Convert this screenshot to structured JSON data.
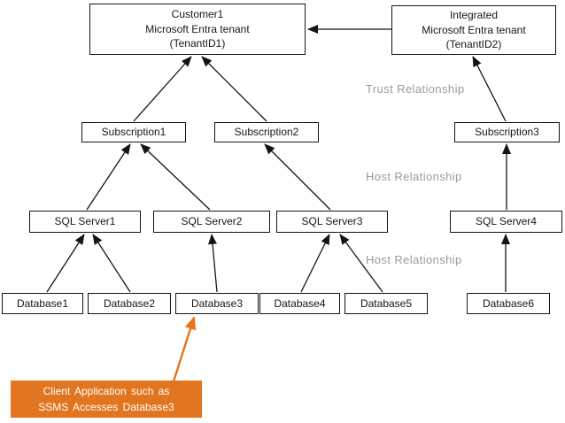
{
  "colors": {
    "box_border": "#141414",
    "box_background": "#FFFFFF",
    "relationship_label_gray": "#9A9A9A",
    "callout_background": "#E2751F",
    "callout_text": "#FFFFFF",
    "arrow_black": "#141414",
    "arrow_orange": "#E2751F"
  },
  "nodes": {
    "tenant_customer1": {
      "lines": [
        "Customer1",
        "Microsoft Entra tenant",
        "(TenantID1)"
      ]
    },
    "tenant_integrated": {
      "lines": [
        "Integrated",
        "Microsoft Entra tenant",
        "(TenantID2)"
      ]
    },
    "subscription1": {
      "label": "Subscription1"
    },
    "subscription2": {
      "label": "Subscription2"
    },
    "subscription3": {
      "label": "Subscription3"
    },
    "sqlserver1": {
      "label": "SQL Server1"
    },
    "sqlserver2": {
      "label": "SQL Server2"
    },
    "sqlserver3": {
      "label": "SQL Server3"
    },
    "sqlserver4": {
      "label": "SQL Server4"
    },
    "database1": {
      "label": "Database1"
    },
    "database2": {
      "label": "Database2"
    },
    "database3": {
      "label": "Database3"
    },
    "database4": {
      "label": "Database4"
    },
    "database5": {
      "label": "Database5"
    },
    "database6": {
      "label": "Database6"
    }
  },
  "labels": {
    "trust": "Trust Relationship",
    "host_upper": "Host Relationship",
    "host_lower": "Host Relationship"
  },
  "callout": {
    "lines": [
      "Client Application such as",
      "SSMS Accesses Database3"
    ]
  },
  "edges": [
    {
      "from": "Subscription1",
      "to": "Customer1 Microsoft Entra tenant (TenantID1)"
    },
    {
      "from": "Subscription2",
      "to": "Customer1 Microsoft Entra tenant (TenantID1)"
    },
    {
      "from": "Integrated Microsoft Entra tenant (TenantID2)",
      "to": "Customer1 Microsoft Entra tenant (TenantID1)",
      "label": "Trust Relationship"
    },
    {
      "from": "Subscription3",
      "to": "Integrated Microsoft Entra tenant (TenantID2)",
      "label": "Trust Relationship"
    },
    {
      "from": "SQL Server1",
      "to": "Subscription1",
      "label": "Host Relationship"
    },
    {
      "from": "SQL Server2",
      "to": "Subscription1",
      "label": "Host Relationship"
    },
    {
      "from": "SQL Server3",
      "to": "Subscription2",
      "label": "Host Relationship"
    },
    {
      "from": "SQL Server4",
      "to": "Subscription3",
      "label": "Host Relationship"
    },
    {
      "from": "Database1",
      "to": "SQL Server1",
      "label": "Host Relationship"
    },
    {
      "from": "Database2",
      "to": "SQL Server1",
      "label": "Host Relationship"
    },
    {
      "from": "Database3",
      "to": "SQL Server2",
      "label": "Host Relationship"
    },
    {
      "from": "Database4",
      "to": "SQL Server3",
      "label": "Host Relationship"
    },
    {
      "from": "Database5",
      "to": "SQL Server3",
      "label": "Host Relationship"
    },
    {
      "from": "Database6",
      "to": "SQL Server4",
      "label": "Host Relationship"
    },
    {
      "from": "Client Application callout",
      "to": "Database3"
    }
  ]
}
